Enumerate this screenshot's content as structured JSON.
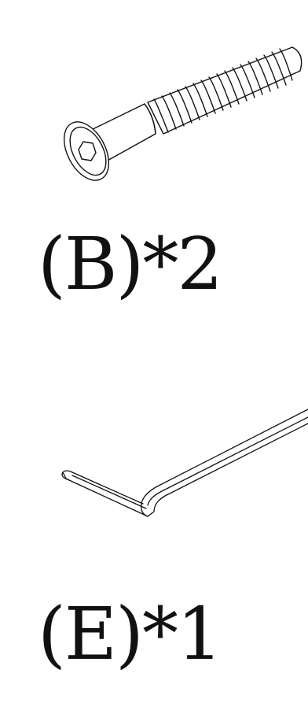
{
  "parts": [
    {
      "id": "B",
      "label": "(B)*2",
      "icon": "screw-icon"
    },
    {
      "id": "E",
      "label": "(E)*1",
      "icon": "allen-key-icon"
    }
  ],
  "colors": {
    "background": "#ffffff",
    "ink": "#111111"
  }
}
